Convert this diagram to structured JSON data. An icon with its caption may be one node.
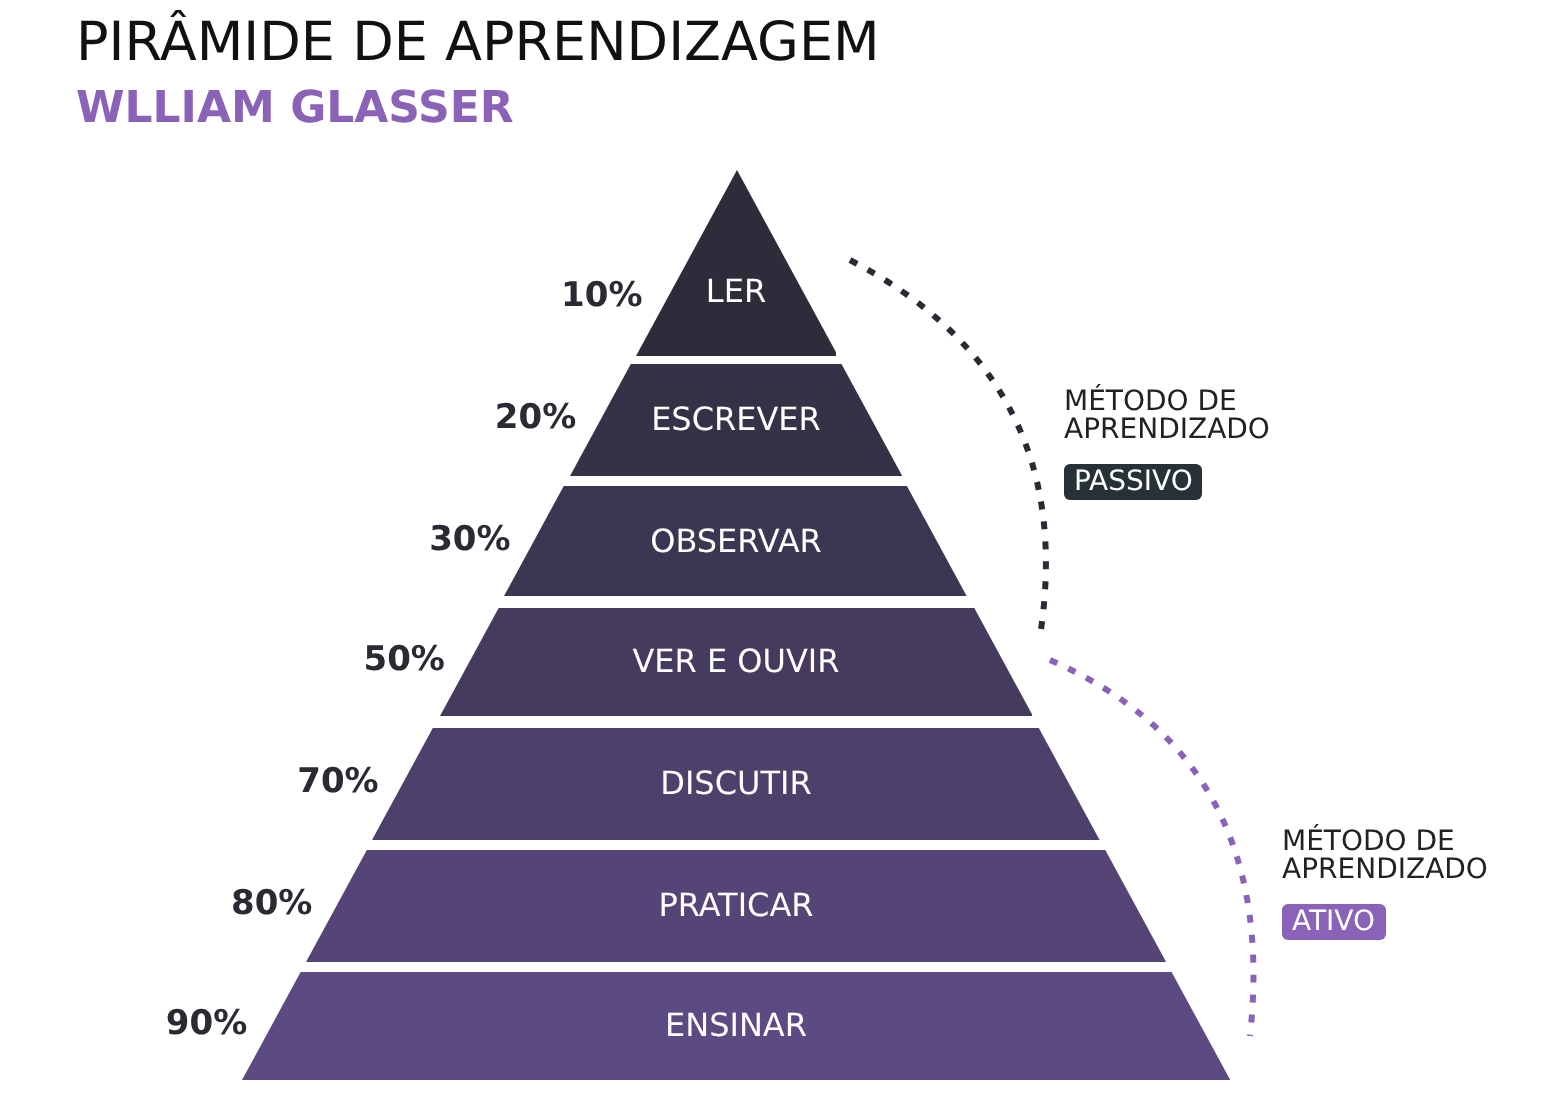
{
  "diagram": {
    "title": "PIRÂMIDE DE APRENDIZAGEM",
    "nodes": [
      {
        "text": [
          "LER"
        ],
        "beside": [
          "10%"
        ]
      },
      {
        "text": [
          "ESCREVER"
        ],
        "beside": [
          "20%"
        ]
      },
      {
        "text": [
          "OBSERVAR"
        ],
        "beside": [
          "30%"
        ]
      },
      {
        "text": [
          "VER E OUVIR"
        ],
        "beside": [
          "50%"
        ]
      },
      {
        "text": [
          "DISCUTIR"
        ],
        "beside": [
          "70%"
        ]
      },
      {
        "text": [
          "PRATICAR"
        ],
        "beside": [
          "80%"
        ]
      },
      {
        "text": [
          "ENSINAR"
        ],
        "beside": [
          "90%"
        ]
      }
    ],
    "labels": [
      "WLLIAM GLASSER",
      "MÉTODO DE APRENDIZADO",
      "PASSIVO",
      "MÉTODO DE APRENDIZADO",
      "ATIVO"
    ]
  }
}
